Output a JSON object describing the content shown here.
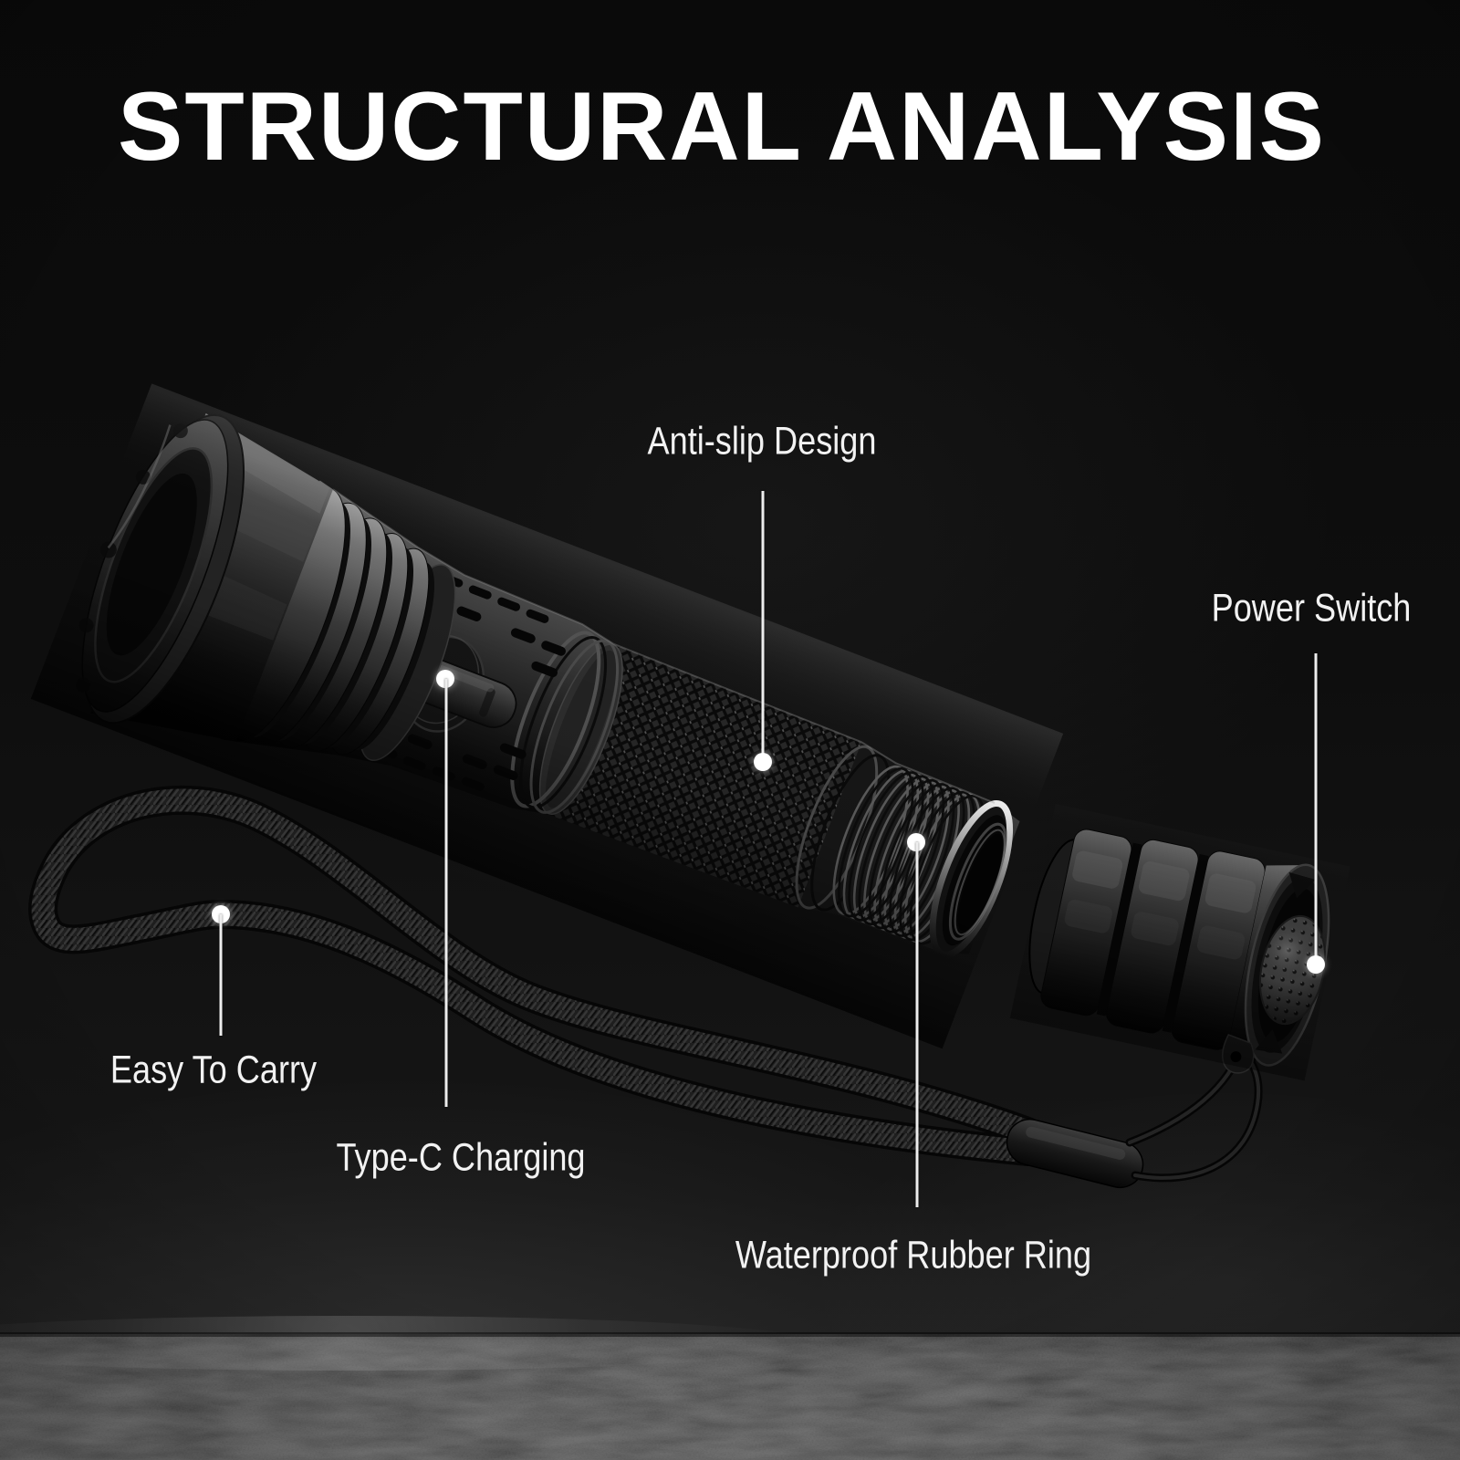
{
  "title": "STRUCTURAL ANALYSIS",
  "annotations": {
    "anti_slip": {
      "label": "Anti-slip Design"
    },
    "power": {
      "label": "Power Switch"
    },
    "easy_carry": {
      "label": "Easy To Carry"
    },
    "type_c": {
      "label": "Type-C Charging"
    },
    "waterproof": {
      "label": "Waterproof Rubber Ring"
    }
  },
  "colors": {
    "background": "#0d0d0d",
    "title_text": "#ffffff",
    "label_text": "#f2f2f2",
    "leader_line": "#ededed",
    "callout_dot": "#ffffff",
    "product_metal": "#2b2b2b"
  }
}
